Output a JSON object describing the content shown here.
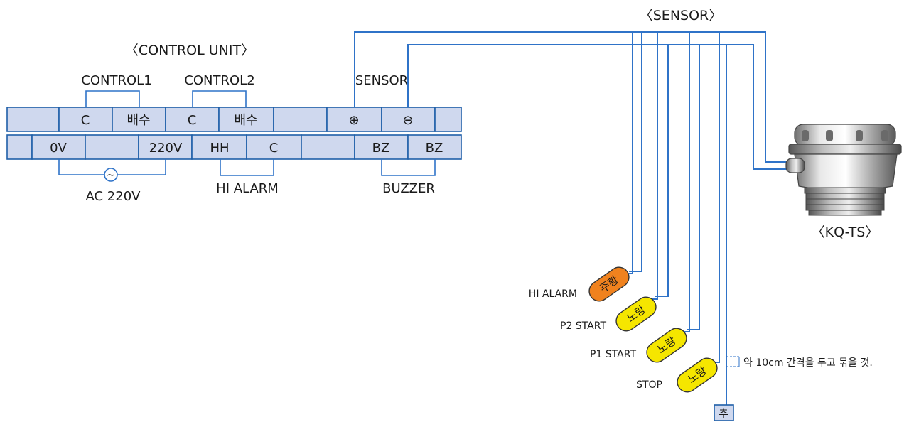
{
  "headings": {
    "control_unit": "〈CONTROL UNIT〉",
    "sensor": "〈SENSOR〉",
    "model": "〈KQ-TS〉"
  },
  "group_labels": {
    "control1": "CONTROL1",
    "control2": "CONTROL2",
    "sensor": "SENSOR",
    "ac": "AC 220V",
    "hi_alarm": "HI ALARM",
    "buzzer": "BUZZER"
  },
  "terminal_row1": [
    "",
    "C",
    "배수",
    "C",
    "배수",
    "",
    "⊕",
    "⊖",
    ""
  ],
  "terminal_row2": [
    "",
    "0V",
    "",
    "220V",
    "HH",
    "C",
    "",
    "BZ",
    "BZ"
  ],
  "ac_symbol": "~",
  "floats": [
    {
      "label": "HI ALARM",
      "color_name": "주황",
      "color": "#f0821e"
    },
    {
      "label": "P2 START",
      "color_name": "노랑",
      "color": "#f5e600"
    },
    {
      "label": "P1 START",
      "color_name": "노랑",
      "color": "#f5e600"
    },
    {
      "label": "STOP",
      "color_name": "노랑",
      "color": "#f5e600"
    }
  ],
  "weight_label": "추",
  "spacing_note": "약 10cm 간격을 두고 묶을 것.",
  "colors": {
    "wire": "#2f73c8",
    "cell_fill": "#cfd8ee",
    "cell_border": "#1f5fa8"
  }
}
